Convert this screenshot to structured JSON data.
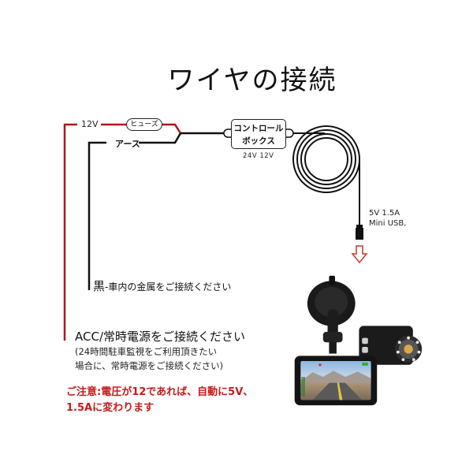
{
  "title": "ワイヤの接続",
  "wiring": {
    "positive_label": "12V",
    "fuse_label": "ヒューズ",
    "ground_label": "アース",
    "control_box": {
      "line1": "コントロール",
      "line2": "ボックス",
      "voltage_label": "24V  12V"
    },
    "output": {
      "line1": "5V 1.5A",
      "line2": "Mini USB,"
    }
  },
  "notes": {
    "black_wire": {
      "prefix": "黒",
      "text": "-車内の金属をご接続ください"
    },
    "acc": {
      "main": "ACC/常時電源をご接続ください",
      "sub_line1": "(24時間駐車監視をご利用頂きたい",
      "sub_line2": "場合に、常時電源をご接続ください)"
    },
    "warning": {
      "line1": "ご注意:電圧が12であれば、自動に5V、",
      "line2": "1.5Aに変わります"
    }
  },
  "colors": {
    "positive_wire": "#b5121b",
    "ground_wire": "#111111",
    "warning_text": "#c81a1a",
    "arrow": "#c0392b"
  }
}
